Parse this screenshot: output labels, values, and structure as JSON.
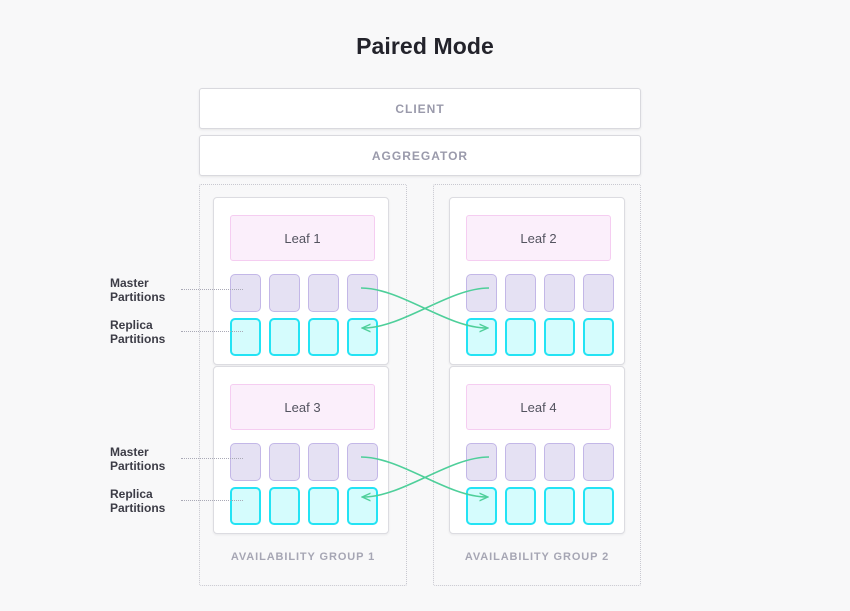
{
  "title": "Paired Mode",
  "colors": {
    "background": "#f8f8f9",
    "title_text": "#23232b",
    "bar_text": "#9a9aab",
    "group_label_text": "#a6a6b4",
    "leaf_fill": "#fbeffb",
    "leaf_border": "#f5cdf1",
    "master_fill": "#e5e1f3",
    "master_border": "#c3b7e7",
    "replica_fill": "#d5fcfd",
    "replica_border": "#23e3f4",
    "arrow": "#4ecf9a",
    "card_border": "#dcdce1",
    "group_border": "#c8c8d0"
  },
  "top_bars": [
    {
      "id": "client",
      "label": "CLIENT"
    },
    {
      "id": "aggregator",
      "label": "AGGREGATOR"
    }
  ],
  "side_labels": {
    "master": "Master\nPartitions",
    "master_line1": "Master",
    "master_line2": "Partitions",
    "replica_line1": "Replica",
    "replica_line2": "Partitions"
  },
  "availability_groups": [
    {
      "id": "group-1",
      "label": "AVAILABILITY GROUP 1",
      "leaves": [
        {
          "id": "leaf-1",
          "label": "Leaf 1",
          "master_partitions": 4,
          "replica_partitions": 4
        },
        {
          "id": "leaf-3",
          "label": "Leaf 3",
          "master_partitions": 4,
          "replica_partitions": 4
        }
      ]
    },
    {
      "id": "group-2",
      "label": "AVAILABILITY GROUP 2",
      "leaves": [
        {
          "id": "leaf-2",
          "label": "Leaf 2",
          "master_partitions": 4,
          "replica_partitions": 4
        },
        {
          "id": "leaf-4",
          "label": "Leaf 4",
          "master_partitions": 4,
          "replica_partitions": 4
        }
      ]
    }
  ],
  "replication_links": [
    {
      "id": "link-top",
      "from": "leaf-1-master",
      "to": "leaf-2-replica",
      "direction": "right"
    },
    {
      "id": "link-top-reverse",
      "from": "leaf-2-master",
      "to": "leaf-1-replica",
      "direction": "left"
    },
    {
      "id": "link-bottom",
      "from": "leaf-3-master",
      "to": "leaf-4-replica",
      "direction": "right"
    },
    {
      "id": "link-bottom-reverse",
      "from": "leaf-4-master",
      "to": "leaf-3-replica",
      "direction": "left"
    }
  ]
}
